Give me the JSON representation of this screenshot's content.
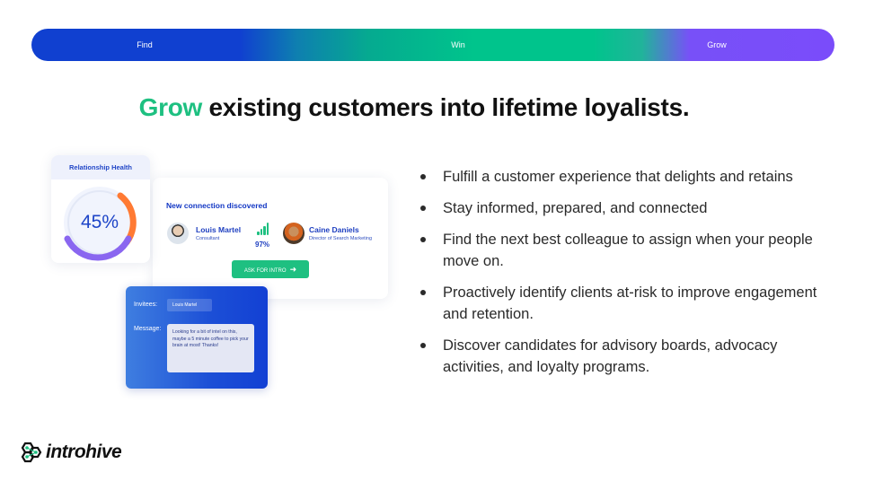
{
  "progress": {
    "stages": [
      {
        "label": "Find"
      },
      {
        "label": "Win"
      },
      {
        "label": "Grow"
      }
    ],
    "active": "Grow",
    "colors": {
      "find": "#1040d0",
      "win": "#00c48c",
      "grow": "#7a4cfa"
    }
  },
  "headline": {
    "accent": "Grow",
    "rest": "existing customers into lifetime loyalists.",
    "accent_color": "#1ec081"
  },
  "health_card": {
    "title": "Relationship Health",
    "value": "45%",
    "icon": "donut-chart-icon"
  },
  "connection_card": {
    "title": "New connection discovered",
    "person_a": {
      "name": "Louis Martel",
      "role": "Consultant",
      "icon": "avatar"
    },
    "person_b": {
      "name": "Caine Daniels",
      "role": "Director of Search Marketing",
      "icon": "avatar"
    },
    "score": "97%",
    "score_icon": "signal-strength-icon",
    "button_label": "ASK FOR INTRO",
    "button_icon": "arrow-right-icon"
  },
  "invite_card": {
    "invitees_label": "Invitees:",
    "invitee": "Louis Martel",
    "message_label": "Message:",
    "message": "Looking for a bit of intel on this, maybe a 5 minute coffee to pick your brain at most! Thanks!"
  },
  "bullets": [
    "Fulfill a customer experience that delights and retains",
    "Stay informed, prepared, and connected",
    "Find the next best colleague to assign when your people move on.",
    "Proactively identify clients at-risk to improve engagement and retention.",
    "Discover candidates for advisory boards, advocacy activities, and loyalty programs."
  ],
  "logo": {
    "text": "introhive",
    "icon": "hexagon-network-icon"
  }
}
